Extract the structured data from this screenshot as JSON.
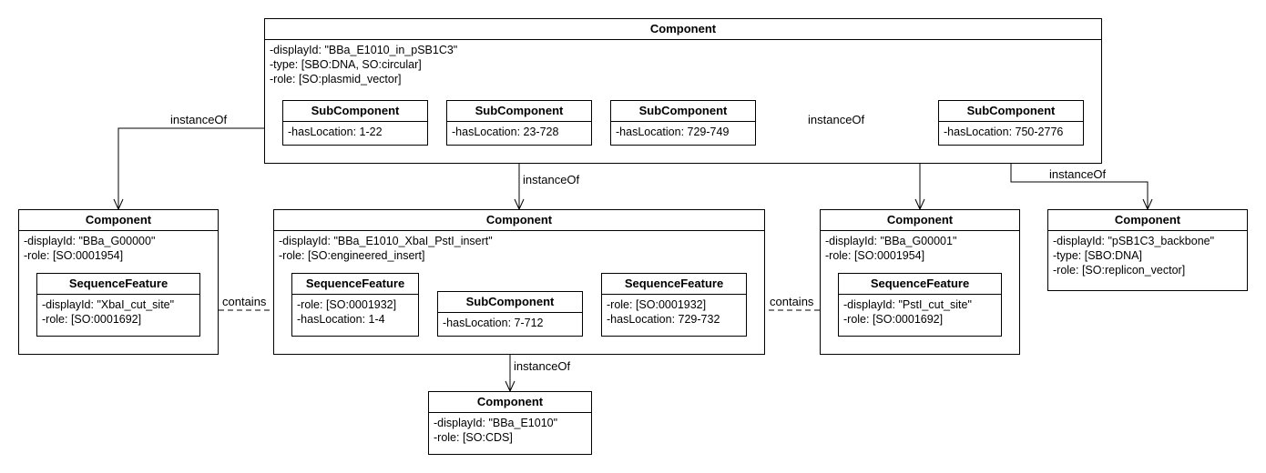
{
  "boxes": {
    "plasmid": {
      "title": "Component",
      "attrs": [
        "-displayId: \"BBa_E1010_in_pSB1C3\"",
        "-type: [SBO:DNA, SO:circular]",
        "-role: [SO:plasmid_vector]"
      ]
    },
    "sub_1": {
      "title": "SubComponent",
      "attrs": [
        "-hasLocation: 1-22"
      ]
    },
    "sub_2": {
      "title": "SubComponent",
      "attrs": [
        "-hasLocation: 23-728"
      ]
    },
    "sub_3": {
      "title": "SubComponent",
      "attrs": [
        "-hasLocation: 729-749"
      ]
    },
    "sub_4": {
      "title": "SubComponent",
      "attrs": [
        "-hasLocation: 750-2776"
      ]
    },
    "g00000": {
      "title": "Component",
      "attrs": [
        "-displayId: \"BBa_G00000\"",
        "-role: [SO:0001954]"
      ]
    },
    "xbai_feature": {
      "title": "SequenceFeature",
      "attrs": [
        "-displayId: \"XbaI_cut_site\"",
        "-role: [SO:0001692]"
      ]
    },
    "insert": {
      "title": "Component",
      "attrs": [
        "-displayId: \"BBa_E1010_XbaI_PstI_insert\"",
        "-role: [SO:engineered_insert]"
      ]
    },
    "insert_feature_left": {
      "title": "SequenceFeature",
      "attrs": [
        "-role: [SO:0001932]",
        "-hasLocation: 1-4"
      ]
    },
    "insert_sub": {
      "title": "SubComponent",
      "attrs": [
        "-hasLocation: 7-712"
      ]
    },
    "insert_feature_right": {
      "title": "SequenceFeature",
      "attrs": [
        "-role: [SO:0001932]",
        "-hasLocation: 729-732"
      ]
    },
    "g00001": {
      "title": "Component",
      "attrs": [
        "-displayId: \"BBa_G00001\"",
        "-role: [SO:0001954]"
      ]
    },
    "psti_feature": {
      "title": "SequenceFeature",
      "attrs": [
        "-displayId: \"PstI_cut_site\"",
        "-role: [SO:0001692]"
      ]
    },
    "backbone": {
      "title": "Component",
      "attrs": [
        "-displayId: \"pSB1C3_backbone\"",
        "-type: [SBO:DNA]",
        "-role: [SO:replicon_vector]"
      ]
    },
    "e1010": {
      "title": "Component",
      "attrs": [
        "-displayId: \"BBa_E1010\"",
        "-role: [SO:CDS]"
      ]
    }
  },
  "edge_labels": {
    "instance_of_1": "instanceOf",
    "instance_of_2": "instanceOf",
    "instance_of_3": "instanceOf",
    "instance_of_4": "instanceOf",
    "instance_of_5": "instanceOf",
    "contains_left": "contains",
    "contains_right": "contains"
  }
}
